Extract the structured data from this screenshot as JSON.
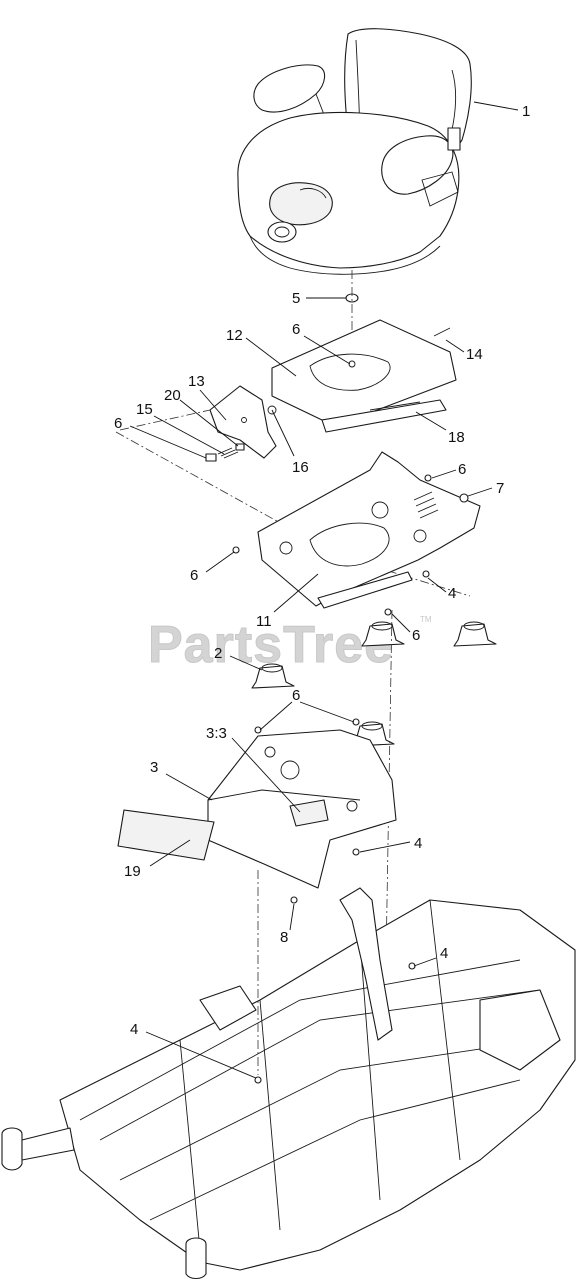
{
  "watermark": {
    "text": "PartsTree",
    "tm": "TM"
  },
  "callouts": {
    "c1": "1",
    "c5": "5",
    "c6a": "6",
    "c12": "12",
    "c14": "14",
    "c13": "13",
    "c20": "20",
    "c15": "15",
    "c6b": "6",
    "c16": "16",
    "c18": "18",
    "c6c": "6",
    "c7": "7",
    "c6d": "6",
    "c4a": "4",
    "c11": "11",
    "c6e": "6",
    "c2": "2",
    "c6f": "6",
    "c33": "3:3",
    "c3": "3",
    "c19": "19",
    "c4b": "4",
    "c8": "8",
    "c4c": "4",
    "c4d": "4"
  }
}
